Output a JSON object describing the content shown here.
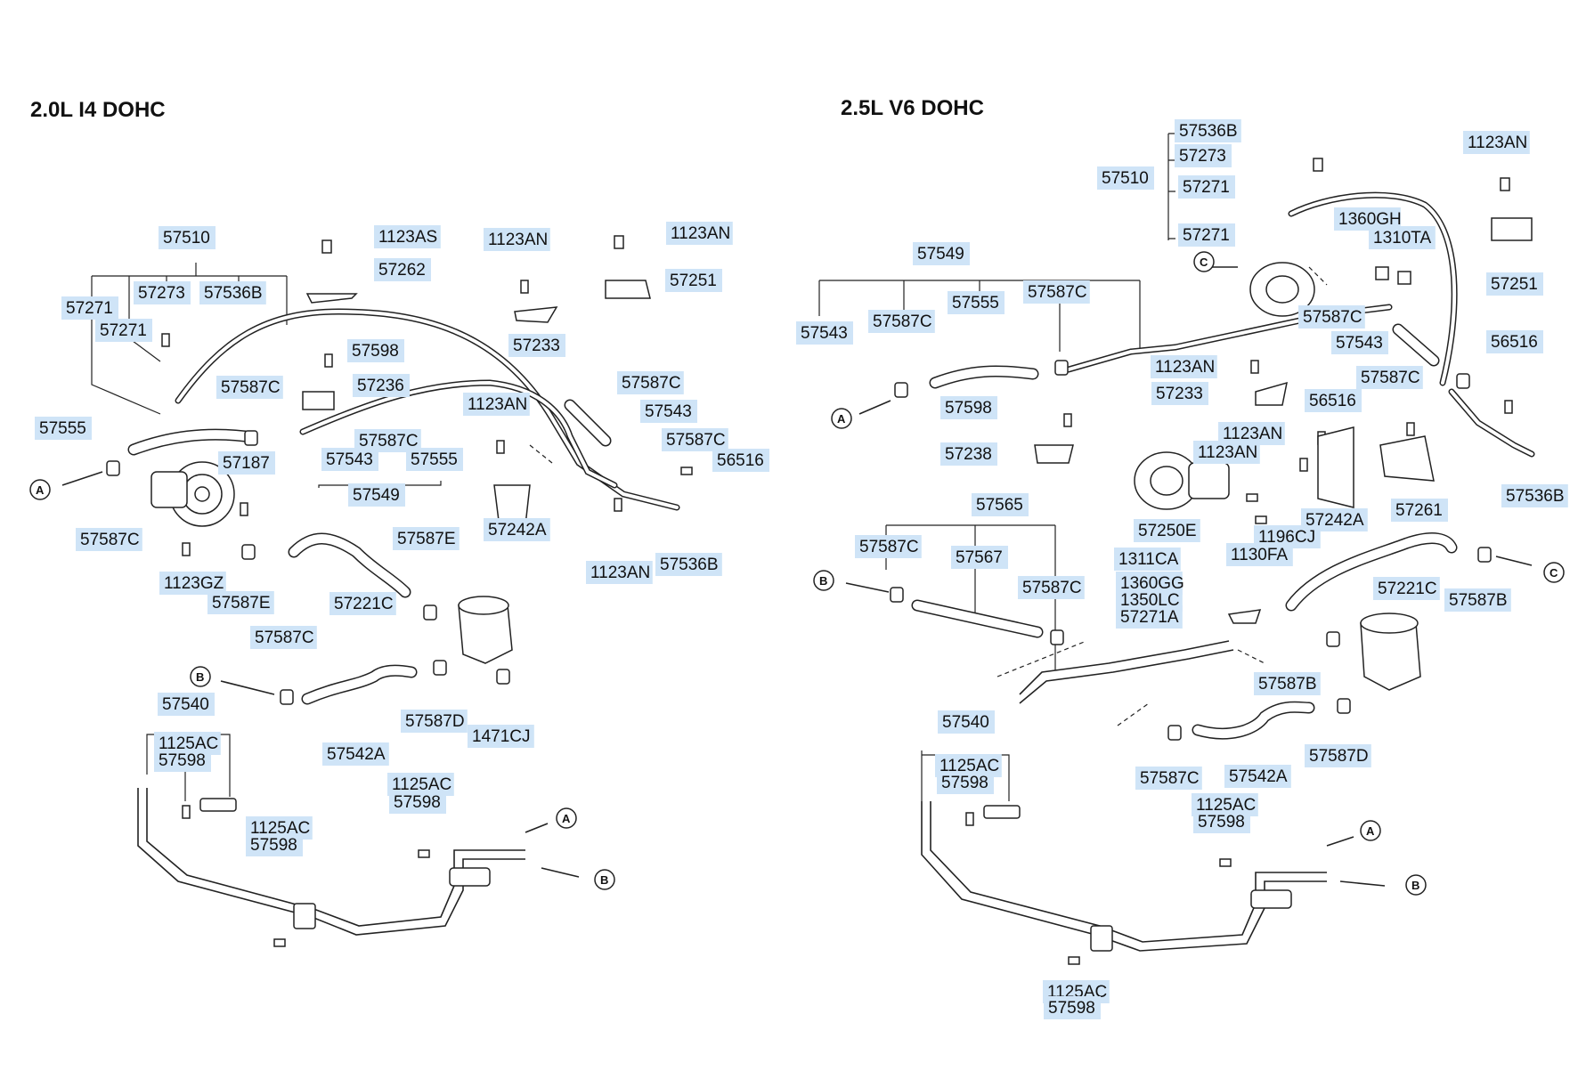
{
  "left": {
    "title": "2.0L  I4  DOHC",
    "labels": [
      {
        "id": "l-57510",
        "text": "57510"
      },
      {
        "id": "l-57273",
        "text": "57273"
      },
      {
        "id": "l-57536B",
        "text": "57536B"
      },
      {
        "id": "l-57271a",
        "text": "57271"
      },
      {
        "id": "l-57271b",
        "text": "57271"
      },
      {
        "id": "l-1123AS",
        "text": "1123AS"
      },
      {
        "id": "l-57262",
        "text": "57262"
      },
      {
        "id": "l-1123AN-1",
        "text": "1123AN"
      },
      {
        "id": "l-1123AN-2",
        "text": "1123AN"
      },
      {
        "id": "l-57251",
        "text": "57251"
      },
      {
        "id": "l-57233",
        "text": "57233"
      },
      {
        "id": "l-57598",
        "text": "57598"
      },
      {
        "id": "l-57236",
        "text": "57236"
      },
      {
        "id": "l-57587C-1",
        "text": "57587C"
      },
      {
        "id": "l-57587C-2",
        "text": "57587C"
      },
      {
        "id": "l-57543-1",
        "text": "57543"
      },
      {
        "id": "l-57587C-3",
        "text": "57587C"
      },
      {
        "id": "l-56516",
        "text": "56516"
      },
      {
        "id": "l-57555-1",
        "text": "57555"
      },
      {
        "id": "l-1123AN-3",
        "text": "1123AN"
      },
      {
        "id": "l-57587C-4",
        "text": "57587C"
      },
      {
        "id": "l-57543-2",
        "text": "57543"
      },
      {
        "id": "l-57555-2",
        "text": "57555"
      },
      {
        "id": "l-57549",
        "text": "57549"
      },
      {
        "id": "l-57187",
        "text": "57187"
      },
      {
        "id": "l-57242A",
        "text": "57242A"
      },
      {
        "id": "l-57587C-5",
        "text": "57587C"
      },
      {
        "id": "l-1123GZ",
        "text": "1123GZ"
      },
      {
        "id": "l-57587E-1",
        "text": "57587E"
      },
      {
        "id": "l-57587E-2",
        "text": "57587E"
      },
      {
        "id": "l-57221C",
        "text": "57221C"
      },
      {
        "id": "l-1123AN-4",
        "text": "1123AN"
      },
      {
        "id": "l-57536B-2",
        "text": "57536B"
      },
      {
        "id": "l-57587C-6",
        "text": "57587C"
      },
      {
        "id": "l-57540",
        "text": "57540"
      },
      {
        "id": "l-1125AC-1",
        "text": "1125AC"
      },
      {
        "id": "l-57598-1",
        "text": "57598"
      },
      {
        "id": "l-57587D",
        "text": "57587D"
      },
      {
        "id": "l-1471CJ",
        "text": "1471CJ"
      },
      {
        "id": "l-57542A",
        "text": "57542A"
      },
      {
        "id": "l-1125AC-2",
        "text": "1125AC"
      },
      {
        "id": "l-57598-2",
        "text": "57598"
      },
      {
        "id": "l-1125AC-3",
        "text": "1125AC"
      },
      {
        "id": "l-57598-3",
        "text": "57598"
      }
    ]
  },
  "right": {
    "title": "2.5L  V6  DOHC",
    "labels": [
      {
        "id": "r-57536B",
        "text": "57536B"
      },
      {
        "id": "r-57273",
        "text": "57273"
      },
      {
        "id": "r-57510",
        "text": "57510"
      },
      {
        "id": "r-57271-1",
        "text": "57271"
      },
      {
        "id": "r-57271-2",
        "text": "57271"
      },
      {
        "id": "r-1360GH",
        "text": "1360GH"
      },
      {
        "id": "r-1310TA",
        "text": "1310TA"
      },
      {
        "id": "r-1123AN-1",
        "text": "1123AN"
      },
      {
        "id": "r-57251",
        "text": "57251"
      },
      {
        "id": "r-57549",
        "text": "57549"
      },
      {
        "id": "r-57587C-1",
        "text": "57587C"
      },
      {
        "id": "r-57555",
        "text": "57555"
      },
      {
        "id": "r-57587C-2",
        "text": "57587C"
      },
      {
        "id": "r-57543-1",
        "text": "57543"
      },
      {
        "id": "r-57587C-3",
        "text": "57587C"
      },
      {
        "id": "r-57543-2",
        "text": "57543"
      },
      {
        "id": "r-56516-1",
        "text": "56516"
      },
      {
        "id": "r-1123AN-2",
        "text": "1123AN"
      },
      {
        "id": "r-57233",
        "text": "57233"
      },
      {
        "id": "r-57587C-4",
        "text": "57587C"
      },
      {
        "id": "r-57598",
        "text": "57598"
      },
      {
        "id": "r-56516-2",
        "text": "56516"
      },
      {
        "id": "r-1123AN-3",
        "text": "1123AN"
      },
      {
        "id": "r-1123AN-4",
        "text": "1123AN"
      },
      {
        "id": "r-57238",
        "text": "57238"
      },
      {
        "id": "r-57242A",
        "text": "57242A"
      },
      {
        "id": "r-57261",
        "text": "57261"
      },
      {
        "id": "r-57536B-2",
        "text": "57536B"
      },
      {
        "id": "r-57250E",
        "text": "57250E"
      },
      {
        "id": "r-1196CJ",
        "text": "1196CJ"
      },
      {
        "id": "r-1130FA",
        "text": "1130FA"
      },
      {
        "id": "r-57565",
        "text": "57565"
      },
      {
        "id": "r-57587C-5",
        "text": "57587C"
      },
      {
        "id": "r-57567",
        "text": "57567"
      },
      {
        "id": "r-57587C-6",
        "text": "57587C"
      },
      {
        "id": "r-1311CA",
        "text": "1311CA"
      },
      {
        "id": "r-1360GG",
        "text": "1360GG"
      },
      {
        "id": "r-1350LC",
        "text": "1350LC"
      },
      {
        "id": "r-57271A",
        "text": "57271A"
      },
      {
        "id": "r-57221C",
        "text": "57221C"
      },
      {
        "id": "r-57587B-1",
        "text": "57587B"
      },
      {
        "id": "r-57587B-2",
        "text": "57587B"
      },
      {
        "id": "r-57540",
        "text": "57540"
      },
      {
        "id": "r-1125AC-1",
        "text": "1125AC"
      },
      {
        "id": "r-57598-1",
        "text": "57598"
      },
      {
        "id": "r-57587D",
        "text": "57587D"
      },
      {
        "id": "r-57587C-7",
        "text": "57587C"
      },
      {
        "id": "r-57542A",
        "text": "57542A"
      },
      {
        "id": "r-1125AC-2",
        "text": "1125AC"
      },
      {
        "id": "r-57598-2",
        "text": "57598"
      },
      {
        "id": "r-1125AC-3",
        "text": "1125AC"
      },
      {
        "id": "r-57598-3",
        "text": "57598"
      }
    ]
  },
  "markers": {
    "a": "A",
    "b": "B",
    "c": "C"
  },
  "colors": {
    "label_highlight": "#cfe4f7",
    "ink": "#222222",
    "background": "#ffffff"
  }
}
